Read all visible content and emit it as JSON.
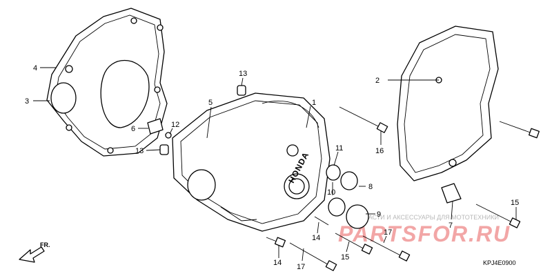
{
  "callouts": [
    {
      "id": "1",
      "text": "1"
    },
    {
      "id": "2",
      "text": "2"
    },
    {
      "id": "3",
      "text": "3"
    },
    {
      "id": "4",
      "text": "4"
    },
    {
      "id": "5",
      "text": "5"
    },
    {
      "id": "6",
      "text": "6"
    },
    {
      "id": "7",
      "text": "7"
    },
    {
      "id": "8",
      "text": "8"
    },
    {
      "id": "9",
      "text": "9"
    },
    {
      "id": "10",
      "text": "10"
    },
    {
      "id": "11",
      "text": "11"
    },
    {
      "id": "12",
      "text": "12"
    },
    {
      "id": "13a",
      "text": "13"
    },
    {
      "id": "13b",
      "text": "13"
    },
    {
      "id": "14a",
      "text": "14"
    },
    {
      "id": "14b",
      "text": "14"
    },
    {
      "id": "15a",
      "text": "15"
    },
    {
      "id": "15b",
      "text": "15"
    },
    {
      "id": "16",
      "text": "16"
    },
    {
      "id": "17a",
      "text": "17"
    },
    {
      "id": "17b",
      "text": "17"
    }
  ],
  "cover_brand": "HONDA",
  "front_arrow_label": "FR.",
  "diagram_code": "KPJ4E0900",
  "watermark_tagline": "ЗАПЧАСТИ И АКСЕССУАРЫ ДЛЯ МОТОТЕХНИКИ",
  "watermark_site": "PARTSFOR.RU"
}
